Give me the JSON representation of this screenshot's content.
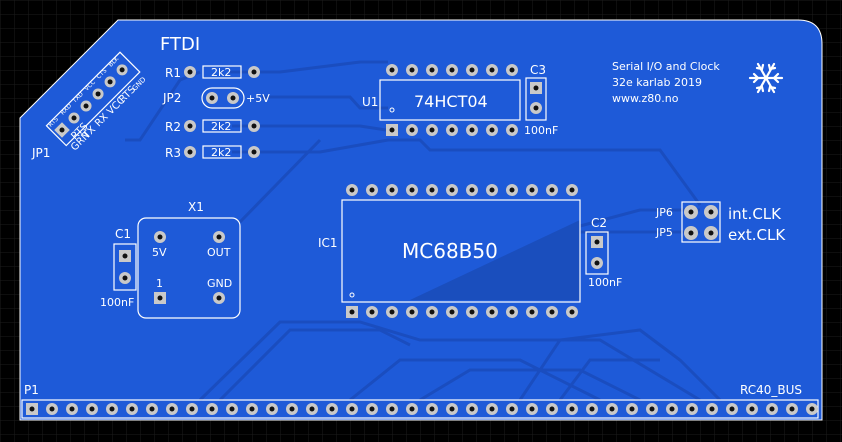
{
  "board": {
    "title": "FTDI",
    "credits": {
      "line1": "Serial I/O and Clock",
      "line2": "32e karlab 2019",
      "line3": "www.z80.no"
    },
    "colors": {
      "background": "#000000",
      "grid": "#1c1c1c",
      "board": "#1e5ad8",
      "trace": "#1a4dbf",
      "silk": "#ffffff",
      "pad": "#c9c9c9",
      "hole": "#111111"
    }
  },
  "ftdi_header": {
    "ref": "JP1",
    "pins": [
      "BLK",
      "CTS",
      "VCC",
      "TXD",
      "RXD",
      "RTS"
    ],
    "pin_labels": [
      "GND",
      "RTS",
      "VCC",
      "RX",
      "TX",
      "GRN"
    ],
    "extra_label": "RTS"
  },
  "resistors": [
    {
      "ref": "R1",
      "value": "2k2"
    },
    {
      "ref": "R2",
      "value": "2k2"
    },
    {
      "ref": "R3",
      "value": "2k2"
    }
  ],
  "jumper_jp2": {
    "ref": "JP2",
    "net": "+5V"
  },
  "u1": {
    "ref": "U1",
    "part": "74HCT04"
  },
  "c3": {
    "ref": "C3",
    "value": "100nF"
  },
  "x1": {
    "ref": "X1",
    "pin_5v": "5V",
    "pin_out": "OUT",
    "pin_1": "1",
    "pin_gnd": "GND"
  },
  "c1": {
    "ref": "C1",
    "value": "100nF"
  },
  "ic1": {
    "ref": "IC1",
    "part": "MC68B50"
  },
  "c2": {
    "ref": "C2",
    "value": "100nF"
  },
  "jp6": {
    "ref": "JP6",
    "label": "int.CLK"
  },
  "jp5": {
    "ref": "JP5",
    "label": "ext.CLK"
  },
  "p1": {
    "ref": "P1",
    "bus": "RC40_BUS"
  }
}
